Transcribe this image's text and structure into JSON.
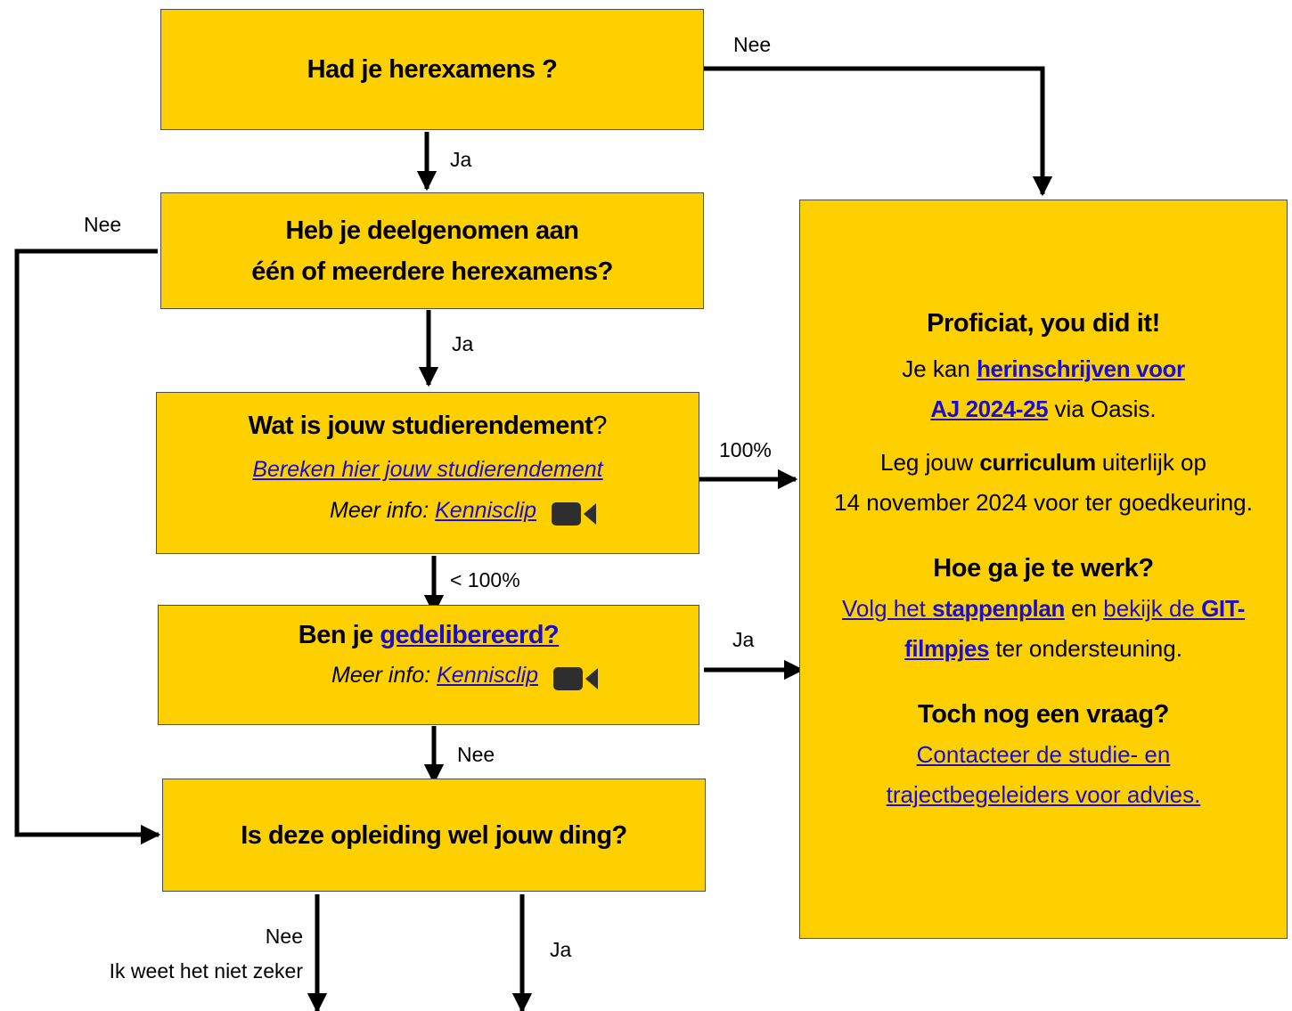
{
  "q1": {
    "text": "Had je herexamens ?"
  },
  "q2": {
    "line1": "Heb je deelgenomen aan",
    "line2": "één of meerdere herexamens?"
  },
  "q3": {
    "title_bold": "Wat is jouw studierendement",
    "title_mark": "?",
    "calc_link": "Bereken hier jouw studierendement",
    "more_info": "Meer info: ",
    "clip_link": "Kennisclip",
    "icon": "video-camera-icon"
  },
  "q4": {
    "title": "Ben je ",
    "title_link": "gedelibereerd?",
    "more_info": "Meer info: ",
    "clip_link": "Kennisclip",
    "icon": "video-camera-icon"
  },
  "q5": {
    "text": "Is deze opleiding wel jouw ding?"
  },
  "labels": {
    "q1_no": "Nee",
    "q1_yes": "Ja",
    "q2_no": "Nee",
    "q2_yes": "Ja",
    "q3_100": "100%",
    "q3_lt100": "< 100%",
    "q4_yes": "Ja",
    "q4_no": "Nee",
    "q5_no_line1": "Nee",
    "q5_no_line2": "Ik weet het niet zeker",
    "q5_yes": "Ja"
  },
  "result": {
    "title": "Proficiat, you did it!",
    "p1_pre": "Je kan ",
    "p1_link1": "herinschrijven voor",
    "p1_link2": "AJ 2024-25",
    "p1_post": " via Oasis.",
    "p2_pre": "Leg jouw ",
    "p2_bold": "curriculum",
    "p2_post": " uiterlijk op",
    "p2_line2": "14 november 2024 voor ter goedkeuring.",
    "h2": "Hoe ga je te werk?",
    "p3_link1a": "Volg het ",
    "p3_link1b": "stappenplan",
    "p3_mid": " en ",
    "p3_link2a": "bekijk de ",
    "p3_link2b": "GIT-",
    "p3_link2c": "filmpjes",
    "p3_post": " ter ondersteuning.",
    "h3": "Toch nog een vraag?",
    "p4_link1": "Contacteer de studie- en",
    "p4_link2": "trajectbegeleiders voor advies."
  },
  "colors": {
    "box_fill": "#FFD000",
    "link": "#1a0dcc",
    "arrow": "#000000"
  }
}
